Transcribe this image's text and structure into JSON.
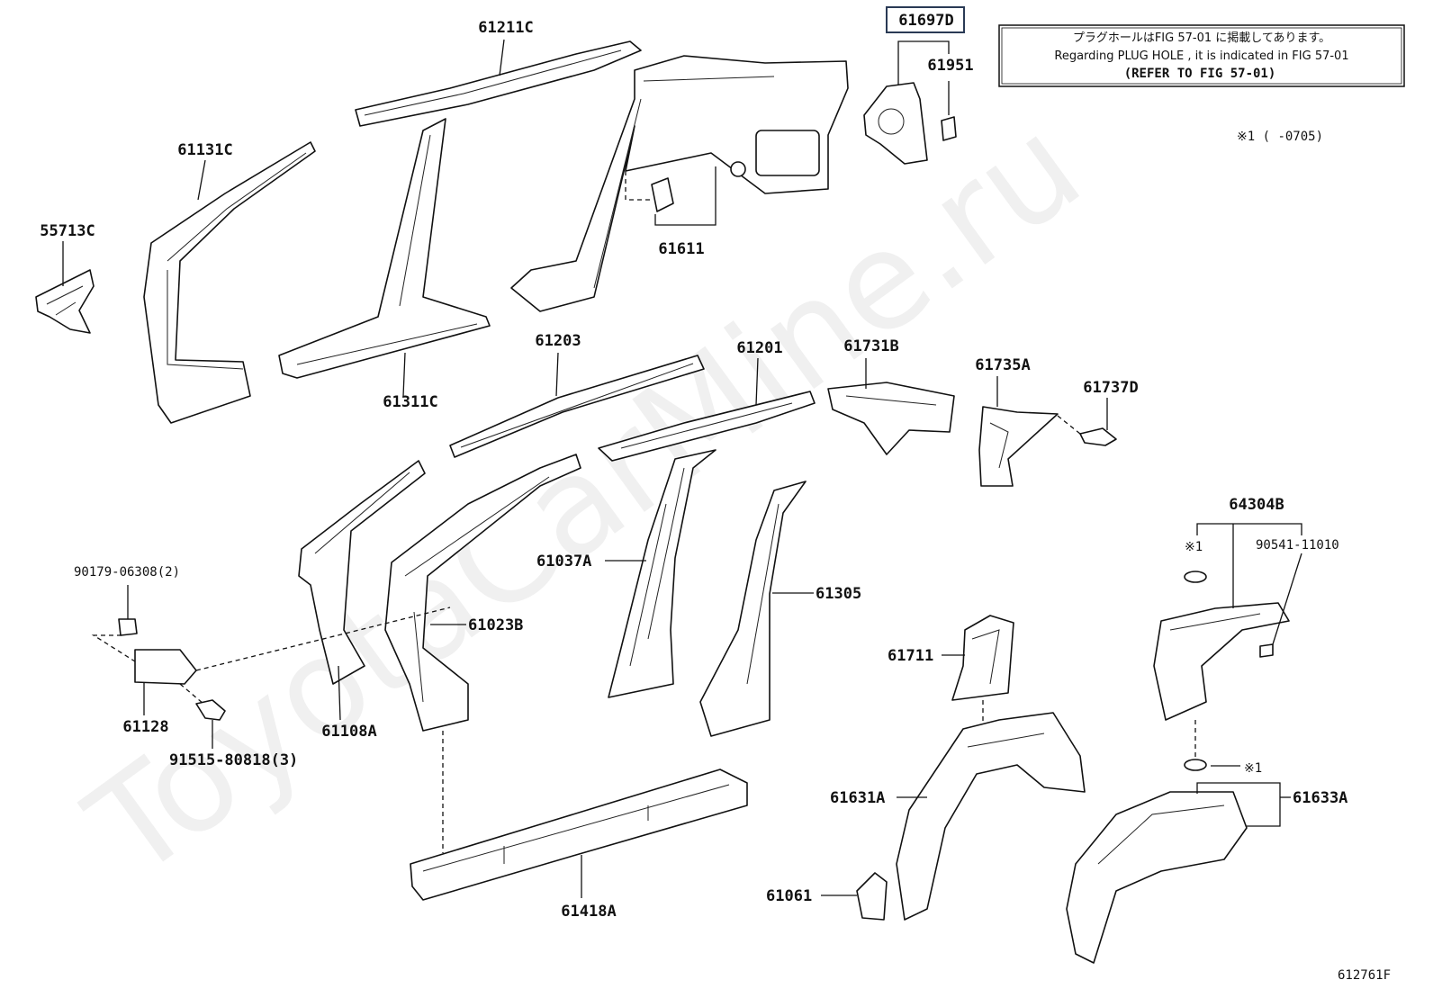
{
  "watermark": "ToyotaCarMine.ru",
  "note": {
    "jp": "プラグホールはFIG 57-01 に掲載してあります。",
    "en": "Regarding PLUG HOLE , it is indicated in FIG 57-01",
    "ref": "(REFER TO FIG 57-01)"
  },
  "footnote": "※1 (          -0705)",
  "figure_id": "612761F",
  "labels": {
    "p61211C": "61211C",
    "p61697D": "61697D",
    "p61951": "61951",
    "p61131C": "61131C",
    "p55713C": "55713C",
    "p61611": "61611",
    "p61311C": "61311C",
    "p61203": "61203",
    "p61201": "61201",
    "p61731B": "61731B",
    "p61735A": "61735A",
    "p61737D": "61737D",
    "p64304B": "64304B",
    "p90541": "90541-11010",
    "mark1a": "※1",
    "p90179": "90179-06308(2)",
    "p61037A": "61037A",
    "p61305": "61305",
    "p61023B": "61023B",
    "p61128": "61128",
    "p61108A": "61108A",
    "p91515": "91515-80818(3)",
    "p61711": "61711",
    "p61631A": "61631A",
    "p61633A": "61633A",
    "mark1b": "※1",
    "p61061": "61061",
    "p61418A": "61418A"
  }
}
